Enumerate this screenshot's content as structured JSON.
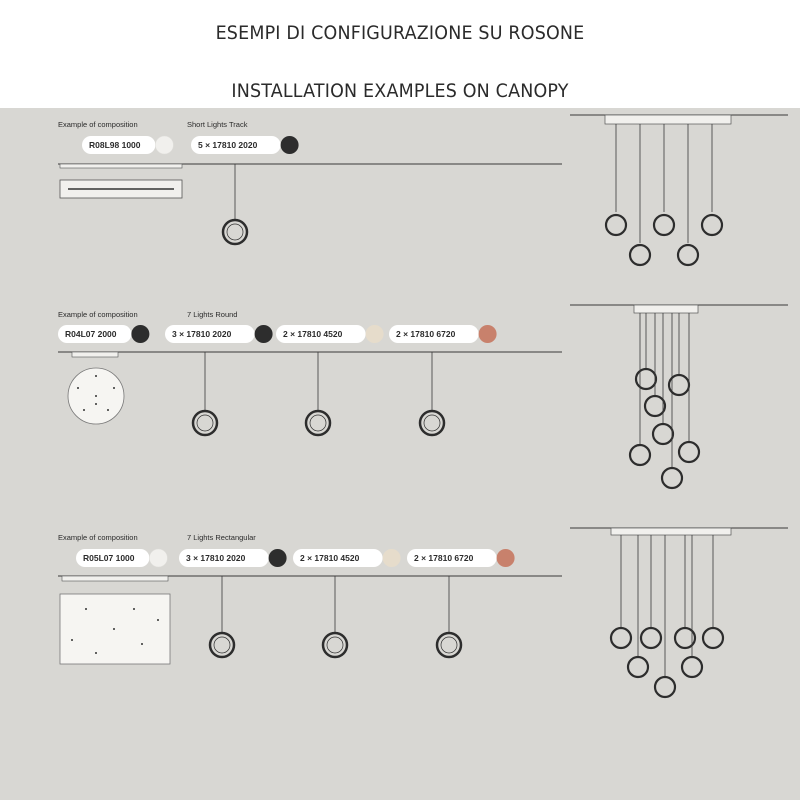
{
  "title_it": "ESEMPI DI CONFIGURAZIONE SU ROSONE",
  "title_en": "INSTALLATION EXAMPLES ON CANOPY",
  "colors": {
    "panel": "#d8d7d3",
    "line": "#3a3a3a",
    "white": "#f1f0ed",
    "black": "#2d2d2d",
    "cream": "#e6dccb",
    "copper": "#c8816c"
  },
  "sections": [
    {
      "composition_label": "Example of composition",
      "type_label": "Short Lights Track",
      "chips": [
        {
          "text": "R08L98 1000",
          "swatch": "white"
        },
        {
          "text": "5 × 17810 2020",
          "swatch": "black"
        }
      ]
    },
    {
      "composition_label": "Example of composition",
      "type_label": "7 Lights Round",
      "chips": [
        {
          "text": "R04L07 2000",
          "swatch": "black"
        },
        {
          "text": "3 × 17810 2020",
          "swatch": "black"
        },
        {
          "text": "2 × 17810 4520",
          "swatch": "cream"
        },
        {
          "text": "2 × 17810 6720",
          "swatch": "copper"
        }
      ]
    },
    {
      "composition_label": "Example of composition",
      "type_label": "7 Lights Rectangular",
      "chips": [
        {
          "text": "R05L07 1000",
          "swatch": "white"
        },
        {
          "text": "3 × 17810 2020",
          "swatch": "black"
        },
        {
          "text": "2 × 17810 4520",
          "swatch": "cream"
        },
        {
          "text": "2 × 17810 6720",
          "swatch": "copper"
        }
      ]
    }
  ]
}
